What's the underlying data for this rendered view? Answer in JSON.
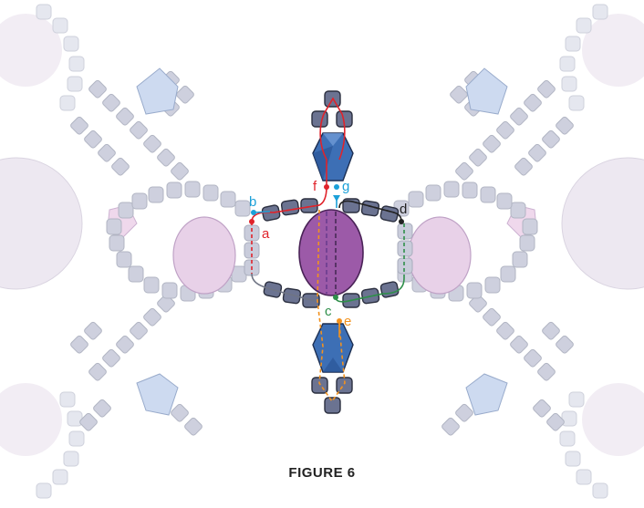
{
  "figure": {
    "caption": "FIGURE 6",
    "colors": {
      "red": "#e0232b",
      "blue": "#1ba0d8",
      "orange": "#f2921f",
      "green": "#2f8f4a",
      "black": "#222222",
      "purple_dash": "#6a3d8f",
      "rivoli": "#9c5aa8",
      "side_oval": "#e6cde6",
      "bicone": "#3d6fb5"
    },
    "point_labels": {
      "a": "a",
      "b": "b",
      "c": "c",
      "d": "d",
      "e": "e",
      "f": "f",
      "g": "g"
    }
  }
}
